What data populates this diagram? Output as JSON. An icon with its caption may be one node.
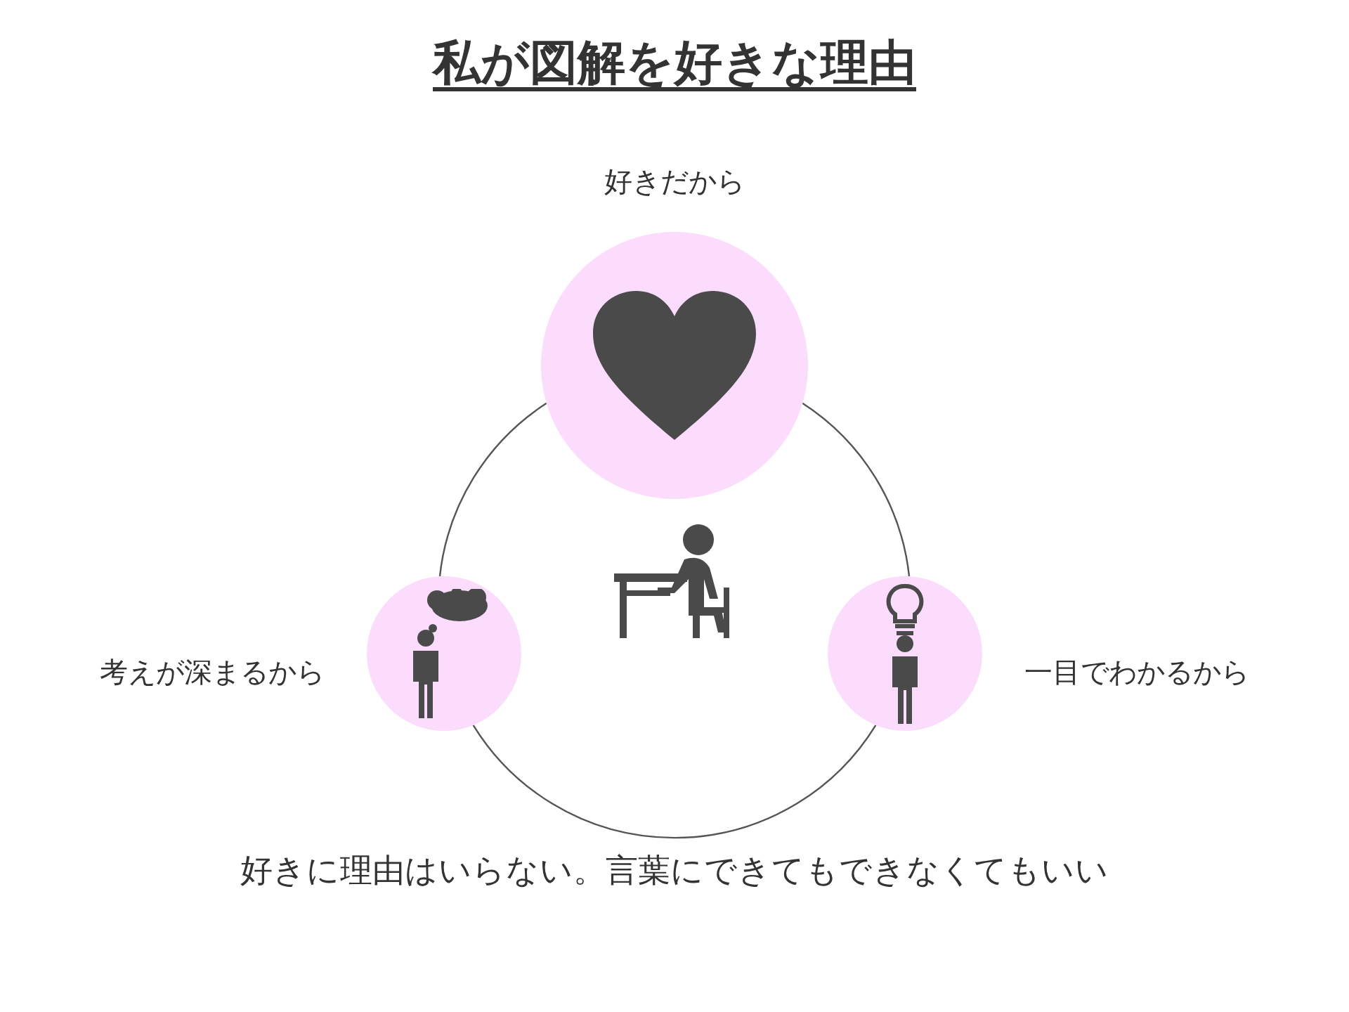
{
  "diagram": {
    "title": "私が図解を好きな理由",
    "nodes": [
      {
        "text": [
          "好きだから"
        ]
      },
      {
        "text": [
          "考えが深まるから"
        ]
      },
      {
        "text": [
          "一目でわかるから"
        ]
      }
    ],
    "edges": [
      {
        "from": 0,
        "to": 1,
        "arrow": "none"
      },
      {
        "from": 1,
        "to": 2,
        "arrow": "none"
      },
      {
        "from": 2,
        "to": 0,
        "arrow": "none"
      }
    ],
    "caption": "好きに理由はいらない。言葉にできてもできなくてもいい"
  }
}
